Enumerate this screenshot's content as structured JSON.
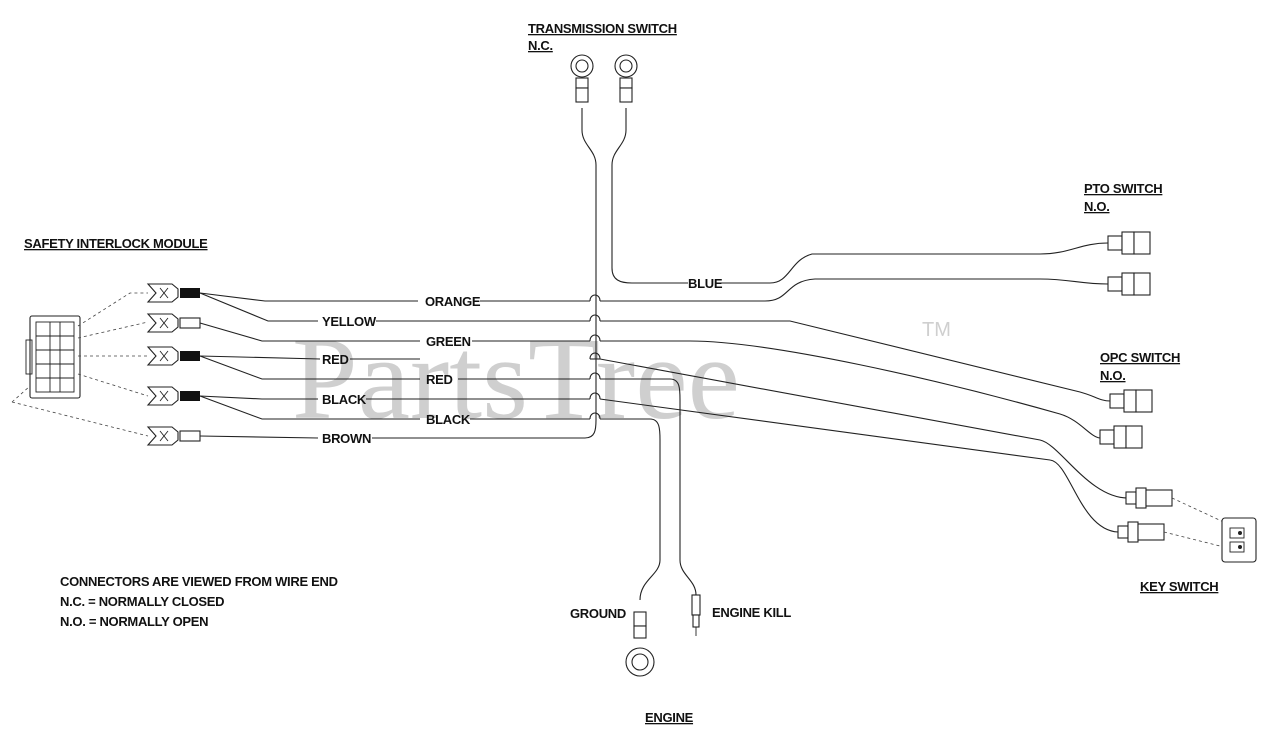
{
  "watermark": {
    "brand": "PartsTree",
    "trademark": "TM"
  },
  "components": {
    "module": "SAFETY INTERLOCK MODULE",
    "transmission_switch": {
      "name": "TRANSMISSION SWITCH",
      "state": "N.C."
    },
    "pto_switch": {
      "name": "PTO SWITCH",
      "state": "N.O."
    },
    "opc_switch": {
      "name": "OPC SWITCH",
      "state": "N.O."
    },
    "key_switch": "KEY SWITCH",
    "engine": "ENGINE",
    "ground": "GROUND",
    "engine_kill": "ENGINE KILL"
  },
  "wires": {
    "orange": "ORANGE",
    "yellow": "YELLOW",
    "green": "GREEN",
    "red_1": "RED",
    "red_2": "RED",
    "black_1": "BLACK",
    "black_2": "BLACK",
    "brown": "BROWN",
    "blue": "BLUE"
  },
  "notes": [
    "CONNECTORS ARE VIEWED FROM WIRE END",
    "N.C. = NORMALLY CLOSED",
    "N.O. = NORMALLY OPEN"
  ]
}
